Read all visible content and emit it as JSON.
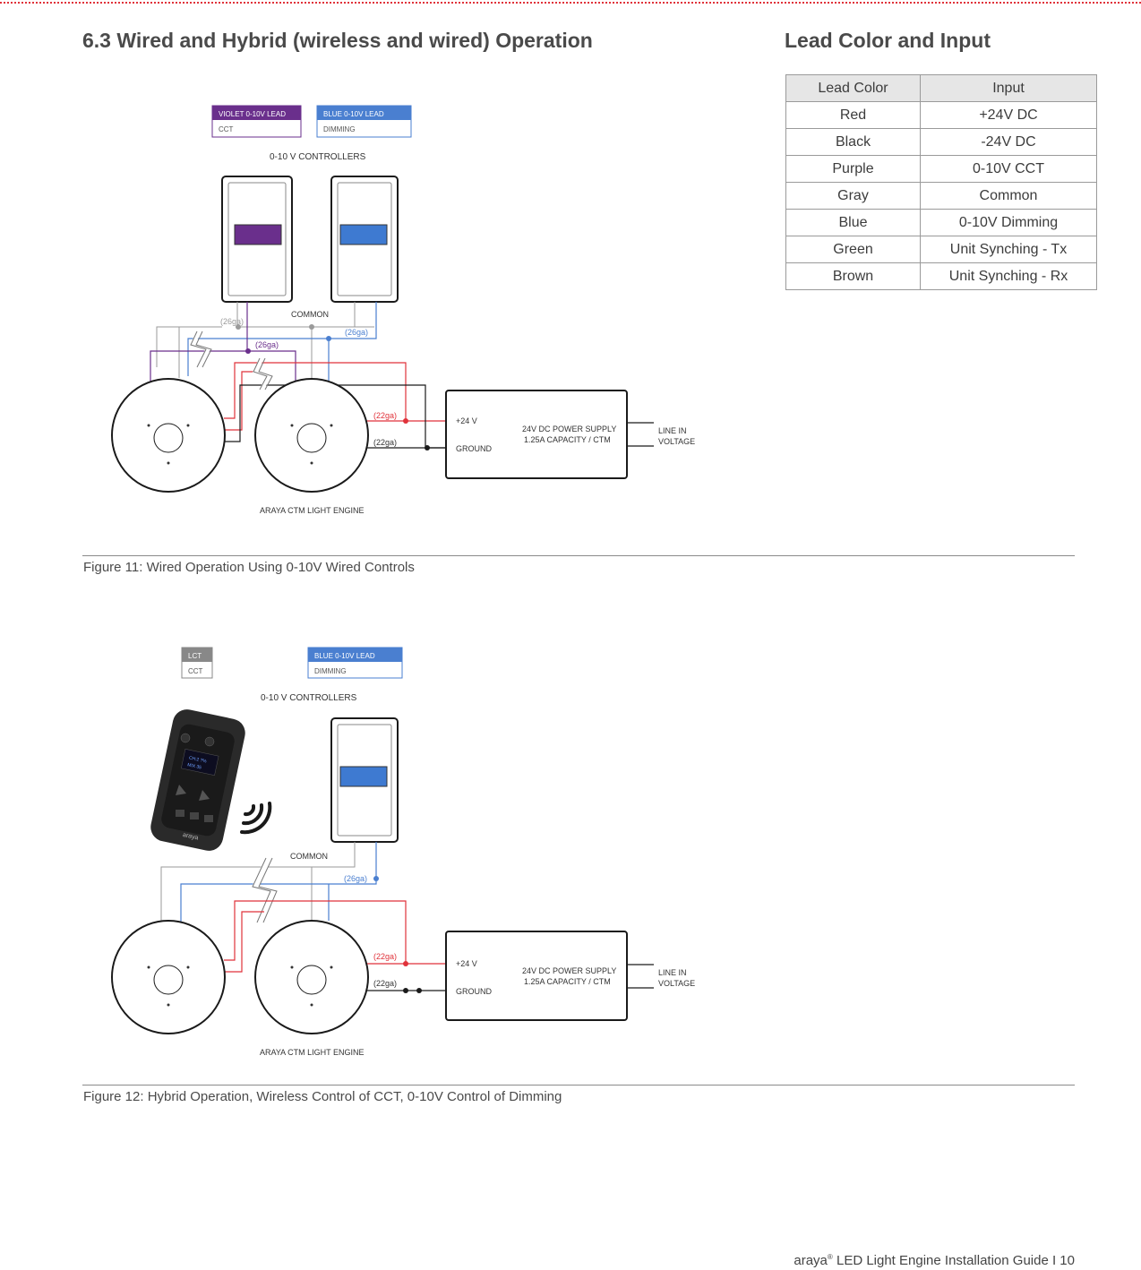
{
  "left_heading": "6.3 Wired and Hybrid (wireless and wired) Operation",
  "right_heading": "Lead Color and Input",
  "lead_table": {
    "headers": [
      "Lead Color",
      "Input"
    ],
    "rows": [
      [
        "Red",
        "+24V DC"
      ],
      [
        "Black",
        "-24V DC"
      ],
      [
        "Purple",
        "0-10V CCT"
      ],
      [
        "Gray",
        "Common"
      ],
      [
        "Blue",
        "0-10V Dimming"
      ],
      [
        "Green",
        "Unit Synching - Tx"
      ],
      [
        "Brown",
        "Unit Synching - Rx"
      ]
    ]
  },
  "figure11": {
    "violet_lead": "VIOLET 0-10V  LEAD",
    "violet_sub": "CCT",
    "blue_lead": "BLUE 0-10V  LEAD",
    "blue_sub": "DIMMING",
    "controllers": "0-10 V CONTROLLERS",
    "common": "COMMON",
    "ga26": "(26ga)",
    "ga22": "(22ga)",
    "plus24": "+24 V",
    "ground": "GROUND",
    "psu1": "24V DC POWER SUPPLY",
    "psu2": "1.25A CAPACITY / CTM",
    "line1": "LINE IN",
    "line2": "VOLTAGE",
    "engine": "ARAYA CTM LIGHT ENGINE",
    "caption": "Figure 11: Wired Operation Using 0-10V Wired Controls"
  },
  "figure12": {
    "lct_label": "LCT",
    "lct_sub": "CCT",
    "blue_lead": "BLUE 0-10V  LEAD",
    "blue_sub": "DIMMING",
    "controllers": "0-10 V CONTROLLERS",
    "common": "COMMON",
    "ga26": "(26ga)",
    "ga22": "(22ga)",
    "plus24": "+24 V",
    "ground": "GROUND",
    "psu1": "24V DC POWER SUPPLY",
    "psu2": "1.25A CAPACITY / CTM",
    "line1": "LINE IN",
    "line2": "VOLTAGE",
    "engine": "ARAYA CTM LIGHT ENGINE",
    "remote_brand": "araya",
    "remote_screen1": "CH:2  ?%",
    "remote_screen2": "MIX  35",
    "caption": "Figure 12: Hybrid Operation, Wireless Control of CCT, 0-10V Control of Dimming"
  },
  "footer": {
    "brand": "araya",
    "reg": "®",
    "title": " LED Light Engine Installation Guide  I  10"
  },
  "colors": {
    "violet": "#6a2f8c",
    "blue": "#4a7fd0",
    "red": "#e0323a",
    "gray": "#9a9a9a",
    "black": "#1a1a1a"
  }
}
